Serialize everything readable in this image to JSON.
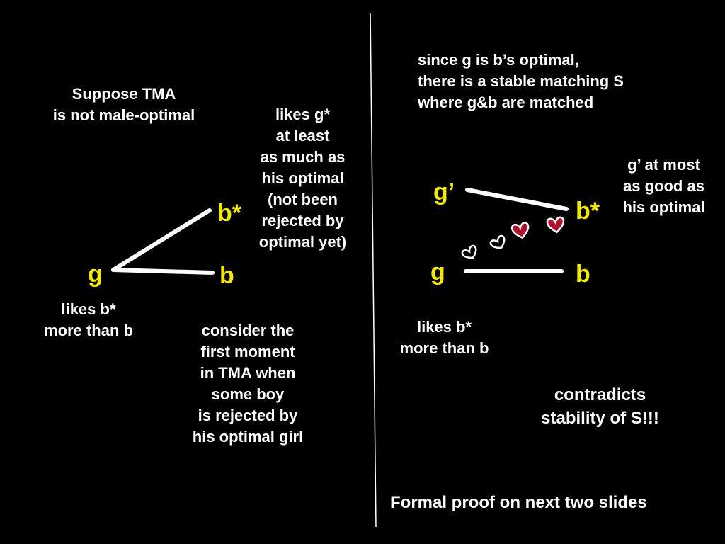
{
  "left_panel": {
    "suppose": [
      "Suppose TMA",
      "is not male-optimal"
    ],
    "likes_g_star": [
      "likes g*",
      "at least",
      "as much as",
      "his optimal",
      "(not been",
      "rejected by",
      "optimal yet)"
    ],
    "likes_b_star": [
      "likes b*",
      "more than b"
    ],
    "consider": [
      "consider the",
      "first moment",
      "in TMA when",
      "some boy",
      "is rejected by",
      "his optimal girl"
    ],
    "nodes": {
      "g": "g",
      "b_star": "b*",
      "b": "b"
    }
  },
  "right_panel": {
    "since": [
      "since g is b’s optimal,",
      "there is a stable matching S",
      "where  g&b are matched"
    ],
    "g_prime_note": [
      "g’ at most",
      "as good as",
      "his optimal"
    ],
    "likes_b_star": [
      "likes b*",
      "more than b"
    ],
    "contradicts": [
      "contradicts",
      "stability of S!!!"
    ],
    "formal_proof": "Formal proof on next two slides",
    "nodes": {
      "g_prime": "g’",
      "b_star": "b*",
      "g": "g",
      "b": "b"
    }
  },
  "colors": {
    "background": "#000000",
    "text": "#ffffff",
    "node": "#f2e800",
    "heart_filled": "#b0152e",
    "heart_outline": "#ffffff"
  },
  "icons": [
    "heart-outline-icon",
    "heart-outline-icon",
    "heart-filled-icon",
    "heart-filled-icon"
  ]
}
